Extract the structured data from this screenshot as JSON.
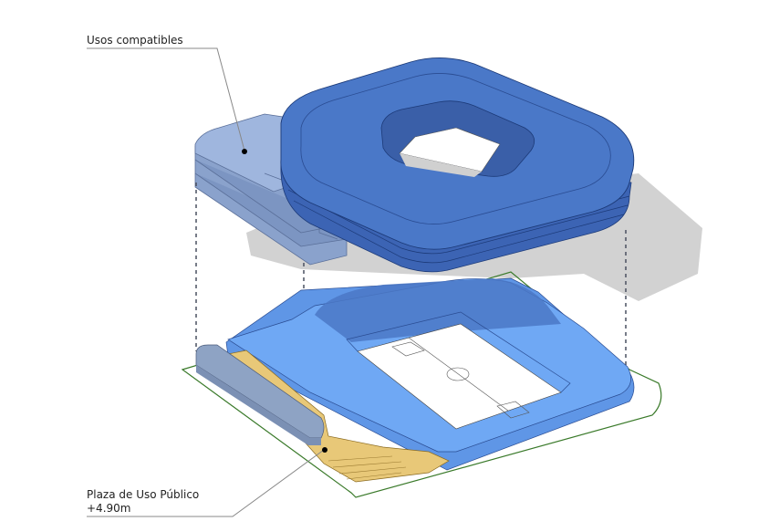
{
  "labels": {
    "upper": "Usos compatibles",
    "lower_line1": "Plaza de Uso Público",
    "lower_line2": "+4.90m"
  },
  "colors": {
    "roof": "#4a78c8",
    "roof_dark": "#3e66b0",
    "podium": "#6fa6f2",
    "compatible": "#8ea8d4",
    "plaza": "#e8c878",
    "shadow": "#cfcfcf",
    "site": "#3a7a2a"
  }
}
